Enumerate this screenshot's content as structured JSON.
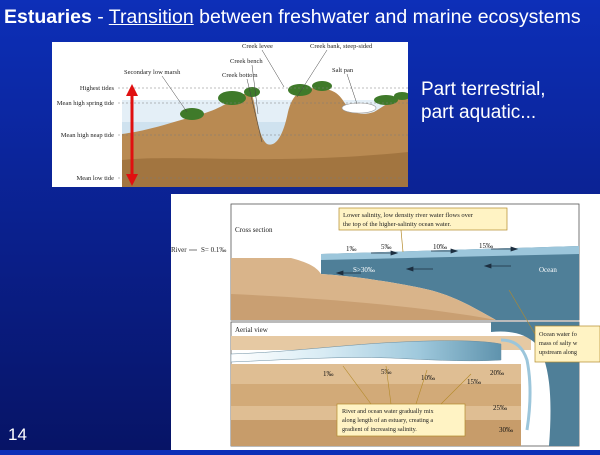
{
  "slide": {
    "title_bold": "Estuaries",
    "title_sep": " - ",
    "title_underlined": "Transition",
    "title_rest": " between freshwater and marine ecosystems",
    "side_line1": "Part terrestrial,",
    "side_line2": "part aquatic...",
    "number": "14"
  },
  "marsh_figure": {
    "levels": [
      "Highest tides",
      "Mean high spring tide",
      "Mean high neap tide",
      "Mean low tide"
    ],
    "labels": {
      "secondary_low_marsh": "Secondary low marsh",
      "creek_levee": "Creek levee",
      "creek_bench": "Creek bench",
      "creek_bottom": "Creek bottom",
      "creek_bank": "Creek bank, steep-sided",
      "salt_pan": "Salt pan"
    },
    "colors": {
      "arrow": "#e01010",
      "soil": "#b98a52",
      "water": "#b8d4e8",
      "vegetation": "#3f7a2a"
    }
  },
  "estuary_figure": {
    "cross_section_label": "Cross section",
    "aerial_label": "Aerial view",
    "river_label": "River",
    "river_salinity": "S= 0.1‰",
    "ocean_label": "Ocean",
    "deep_salinity": "S>30‰",
    "top_salinities": [
      "1‰",
      "5‰",
      "10‰",
      "15‰"
    ],
    "aerial_salinities": [
      "1‰",
      "5‰",
      "10‰",
      "15‰",
      "20‰",
      "25‰",
      "30‰"
    ],
    "callout_top_line1": "Lower salinity, low density river water flows over",
    "callout_top_line2": "the top of the higher-salinity ocean water.",
    "callout_right_line1": "Ocean water fo",
    "callout_right_line2": "mass of salty w",
    "callout_right_line3": "upstream along",
    "callout_bottom_line1": "River and ocean water gradually mix",
    "callout_bottom_line2": "along length of an estuary, creating a",
    "callout_bottom_line3": "gradient of increasing salinity.",
    "colors": {
      "callout": "#fff3c4",
      "sea": "#4f7f98",
      "land": "#d9b48a"
    }
  }
}
